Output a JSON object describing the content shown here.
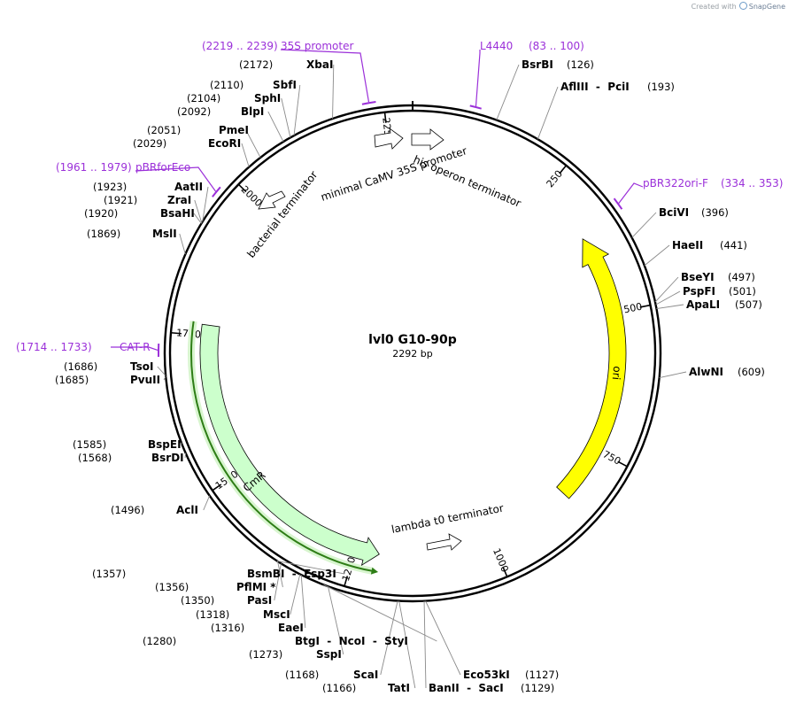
{
  "credit": {
    "prefix": "Created with",
    "brand": "SnapGene"
  },
  "plasmid": {
    "name": "lvl0 G10-90p",
    "length_label": "2292 bp",
    "length": 2292
  },
  "ticks": [
    {
      "pos": 250,
      "label": "250"
    },
    {
      "pos": 500,
      "label": "500"
    },
    {
      "pos": 750,
      "label": "750"
    },
    {
      "pos": 1000,
      "label": "1000"
    },
    {
      "pos": 1250,
      "label": "1250"
    },
    {
      "pos": 1500,
      "label": "1500"
    },
    {
      "pos": 1750,
      "label": "1750"
    },
    {
      "pos": 2000,
      "label": "2000"
    },
    {
      "pos": 2250,
      "label": "2250"
    }
  ],
  "enzymes": [
    {
      "name": "BsrBI",
      "pos": 126,
      "pos_label": "(126)"
    },
    {
      "name": "AflIII  -  PciI",
      "pos": 193,
      "pos_label": "(193)"
    },
    {
      "name": "BciVI",
      "pos": 396,
      "pos_label": "(396)"
    },
    {
      "name": "HaeII",
      "pos": 441,
      "pos_label": "(441)"
    },
    {
      "name": "BseYI",
      "pos": 497,
      "pos_label": "(497)"
    },
    {
      "name": "PspFI",
      "pos": 501,
      "pos_label": "(501)"
    },
    {
      "name": "ApaLI",
      "pos": 507,
      "pos_label": "(507)"
    },
    {
      "name": "AlwNI",
      "pos": 609,
      "pos_label": "(609)"
    },
    {
      "name": "Eco53kI",
      "pos": 1127,
      "pos_label": "(1127)"
    },
    {
      "name": "BanII  -  SacI",
      "pos": 1129,
      "pos_label": "(1129)"
    },
    {
      "name": "ScaI",
      "pos": 1168,
      "pos_label": "(1168)"
    },
    {
      "name": "TatI",
      "pos": 1166,
      "pos_label": "(1166)"
    },
    {
      "name": "SspI",
      "pos": 1273,
      "pos_label": "(1273)"
    },
    {
      "name": "BtgI  -  NcoI  -  StyI",
      "pos": 1280,
      "pos_label": "(1280)"
    },
    {
      "name": "EaeI",
      "pos": 1316,
      "pos_label": "(1316)"
    },
    {
      "name": "MscI",
      "pos": 1318,
      "pos_label": "(1318)"
    },
    {
      "name": "PasI",
      "pos": 1350,
      "pos_label": "(1350)"
    },
    {
      "name": "PflMI *",
      "pos": 1356,
      "pos_label": "(1356)"
    },
    {
      "name": "BsmBI  -  Esp3I",
      "pos": 1357,
      "pos_label": "(1357)"
    },
    {
      "name": "AclI",
      "pos": 1496,
      "pos_label": "(1496)"
    },
    {
      "name": "BsrDI",
      "pos": 1568,
      "pos_label": "(1568)"
    },
    {
      "name": "BspEI",
      "pos": 1585,
      "pos_label": "(1585)"
    },
    {
      "name": "PvuII",
      "pos": 1685,
      "pos_label": "(1685)"
    },
    {
      "name": "TsoI",
      "pos": 1686,
      "pos_label": "(1686)"
    },
    {
      "name": "MslI",
      "pos": 1869,
      "pos_label": "(1869)"
    },
    {
      "name": "BsaHI",
      "pos": 1920,
      "pos_label": "(1920)"
    },
    {
      "name": "ZraI",
      "pos": 1921,
      "pos_label": "(1921)"
    },
    {
      "name": "AatII",
      "pos": 1923,
      "pos_label": "(1923)"
    },
    {
      "name": "EcoRI",
      "pos": 2029,
      "pos_label": "(2029)"
    },
    {
      "name": "PmeI",
      "pos": 2051,
      "pos_label": "(2051)"
    },
    {
      "name": "BlpI",
      "pos": 2092,
      "pos_label": "(2092)"
    },
    {
      "name": "SphI",
      "pos": 2104,
      "pos_label": "(2104)"
    },
    {
      "name": "SbfI",
      "pos": 2110,
      "pos_label": "(2110)"
    },
    {
      "name": "XbaI",
      "pos": 2172,
      "pos_label": "(2172)"
    }
  ],
  "primers": [
    {
      "name": "L4440",
      "range_label": "(83 .. 100)",
      "start": 83,
      "end": 100
    },
    {
      "name": "pBR322ori-F",
      "range_label": "(334 .. 353)",
      "start": 334,
      "end": 353
    },
    {
      "name": "CAT-R",
      "range_label": "(1714 .. 1733)",
      "start": 1714,
      "end": 1733
    },
    {
      "name": "pBRforEco",
      "range_label": "(1961 .. 1979)",
      "start": 1961,
      "end": 1979
    },
    {
      "name": "35S promoter",
      "range_label": "(2219 .. 2239)",
      "start": 2219,
      "end": 2239
    }
  ],
  "features": [
    {
      "name": "ori",
      "type": "ori",
      "color": "#ffff00"
    },
    {
      "name": "CmR",
      "type": "cds",
      "color": "#ccffcc",
      "orf_color": "#2e7d16"
    },
    {
      "name": "lambda t0 terminator",
      "type": "terminator"
    },
    {
      "name": "bacterial terminator",
      "type": "terminator"
    },
    {
      "name": "minimal CaMV 35S promoter",
      "type": "promoter"
    },
    {
      "name": "his operon terminator",
      "type": "terminator"
    }
  ],
  "colors": {
    "backbone": "#000000",
    "primer": "#9b30d9",
    "ori": "#ffff00",
    "cds": "#ccffcc",
    "orf": "#2e7d16"
  }
}
